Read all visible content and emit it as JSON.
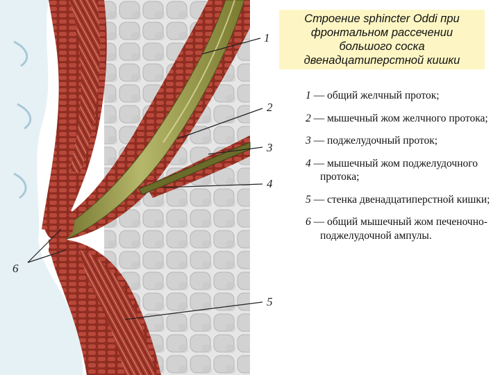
{
  "title": {
    "lines": [
      "Строение sphincter Oddi при",
      "фронтальном рассечении",
      "большого соска",
      "двенадцатиперстной кишки"
    ]
  },
  "callouts": [
    "1",
    "2",
    "3",
    "4",
    "5",
    "6"
  ],
  "legend": [
    {
      "num": "1",
      "text": "— общий желчный проток;"
    },
    {
      "num": "2",
      "text": "— мышечный жом желчного протока;"
    },
    {
      "num": "3",
      "text": "— поджелудочный проток;"
    },
    {
      "num": "4",
      "text": "— мышечный жом поджелудочного протока;"
    },
    {
      "num": "5",
      "text": "— стенка двенадцатиперстной кишки;"
    },
    {
      "num": "6",
      "text": "— общий мышечный жом печеночно-поджелудочной ампулы."
    }
  ],
  "colors": {
    "muscle": "#a33a2c",
    "muscle_dark": "#6e1f18",
    "duct": "#8f8f3c",
    "duct_light": "#c2c47a",
    "pancreas": "#d9d9d9",
    "title_bg": "#fdf6c4",
    "lumen": "#dfeef5"
  }
}
